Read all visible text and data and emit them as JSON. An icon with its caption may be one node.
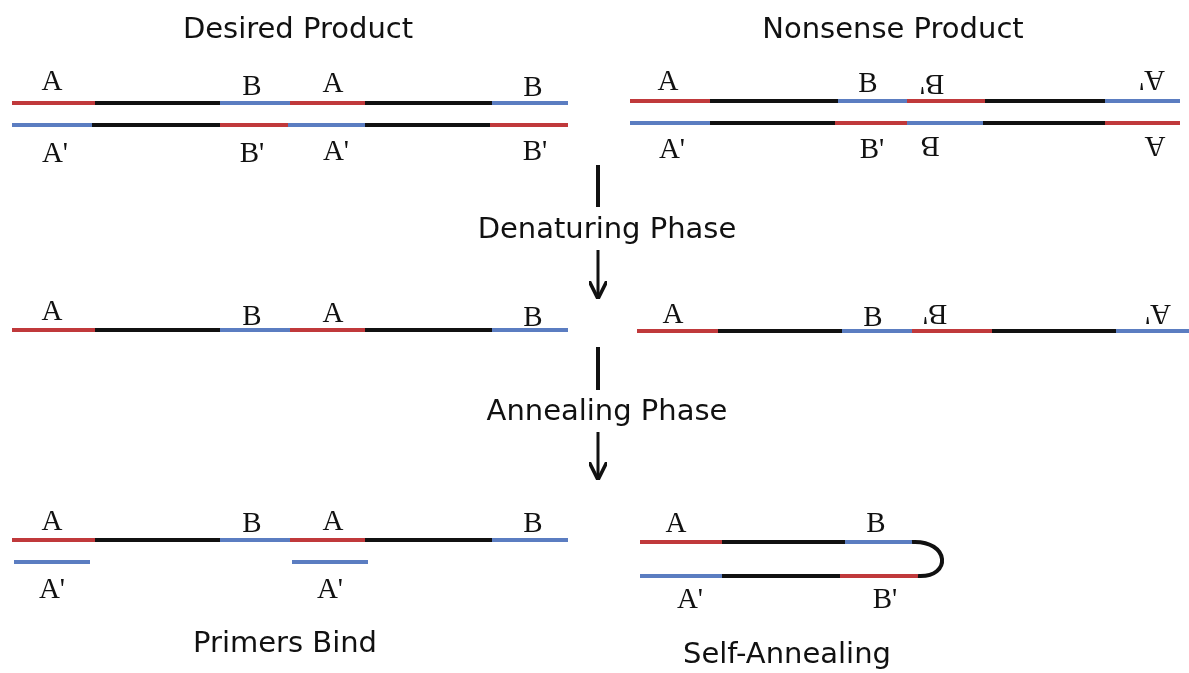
{
  "diagram": {
    "labels": [
      "Desired Product",
      "Nonsense Product",
      "A",
      "B",
      "A",
      "B",
      "A",
      "B",
      "B'",
      "A'",
      "A'",
      "B'",
      "A'",
      "B'",
      "A'",
      "B'",
      "B",
      "A",
      "Denaturing Phase",
      "A",
      "B",
      "A",
      "B",
      "A",
      "B",
      "B'",
      "A'",
      "Annealing Phase",
      "A",
      "B",
      "A",
      "B",
      "A",
      "B",
      "A'",
      "A'",
      "A'",
      "B'",
      "Primers Bind",
      "Self-Annealing"
    ]
  }
}
